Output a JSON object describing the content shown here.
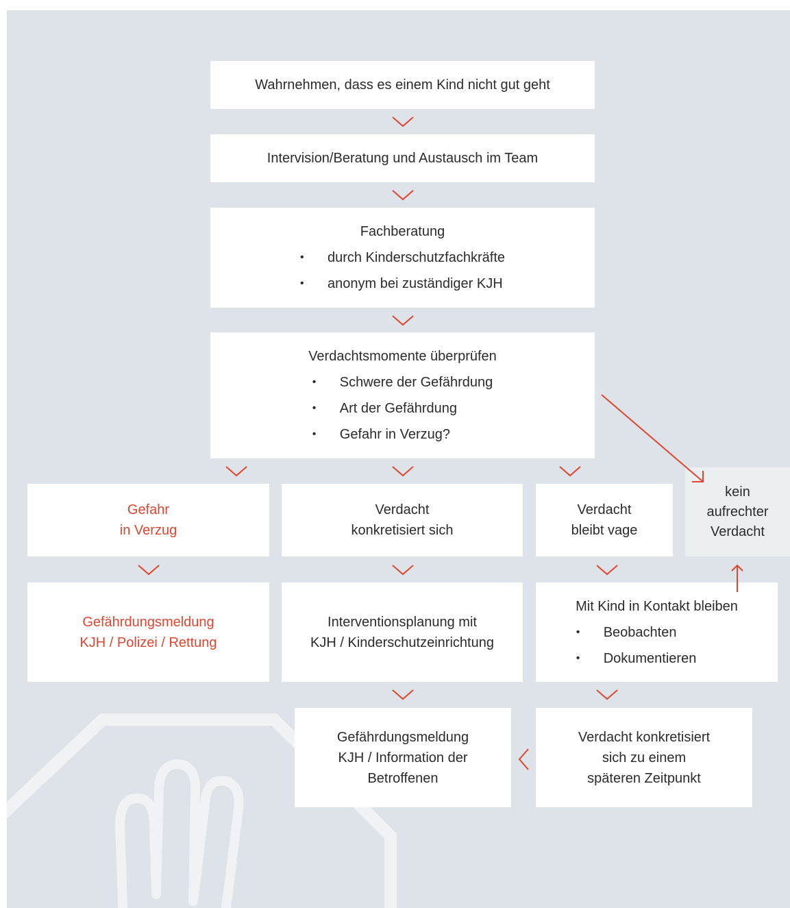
{
  "flowchart": {
    "step1": "Wahrnehmen, dass es einem Kind nicht gut geht",
    "step2": "Intervision/Beratung und Austausch im Team",
    "step3": {
      "title": "Fachberatung",
      "items": [
        "durch Kinderschutzfachkräfte",
        "anonym bei zuständiger KJH"
      ]
    },
    "step4": {
      "title": "Verdachtsmomente überprüfen",
      "items": [
        "Schwere der Gefährdung",
        "Art der Gefährdung",
        "Gefahr in Verzug?"
      ]
    },
    "branch_danger": {
      "line1": "Gefahr",
      "line2": "in Verzug"
    },
    "branch_concrete": {
      "line1": "Verdacht",
      "line2": "konkretisiert sich"
    },
    "branch_vague": {
      "line1": "Verdacht",
      "line2": "bleibt vage"
    },
    "branch_none": {
      "line1": "kein",
      "line2": "aufrechter",
      "line3": "Verdacht"
    },
    "report_police": {
      "line1": "Gefährdungsmeldung",
      "line2": "KJH / Polizei / Rettung"
    },
    "intervention": {
      "line1": "Interventionsplanung mit",
      "line2": "KJH / Kinderschutzeinrichtung"
    },
    "contact": {
      "title": "Mit Kind in Kontakt bleiben",
      "items": [
        "Beobachten",
        "Dokumentieren"
      ]
    },
    "report_info": {
      "line1": "Gefährdungsmeldung",
      "line2": "KJH / Information der",
      "line3": "Betroffenen"
    },
    "later": {
      "line1": "Verdacht konkretisiert",
      "line2": "sich zu einem",
      "line3": "späteren Zeitpunkt"
    }
  },
  "colors": {
    "accent": "#e0452f",
    "background": "#dde3e8",
    "box": "#ffffff",
    "box_muted": "#eceff2",
    "text": "#2b2b2b"
  }
}
